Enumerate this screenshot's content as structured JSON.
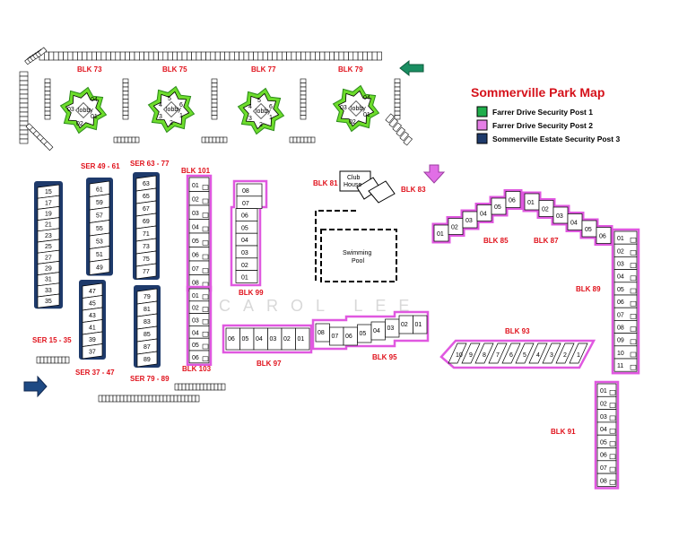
{
  "title": "Sommerville Park Map",
  "legend": [
    {
      "label": "Farrer Drive Security Post 1",
      "color": "#1fae4b"
    },
    {
      "label": "Farrer Drive Security Post 2",
      "color": "#e57ee6"
    },
    {
      "label": "Sommerville Estate Security Post 3",
      "color": "#1e3a6b"
    }
  ],
  "colors": {
    "green": "#6ddc2c",
    "pink": "#e058e0",
    "navy": "#1e3a6b",
    "red": "#e0111b"
  },
  "watermark": "CAROL LEE",
  "blocks": {
    "blk73": "BLK 73",
    "blk75": "BLK 75",
    "blk77": "BLK 77",
    "blk79": "BLK 79",
    "blk81": "BLK 81",
    "blk83": "BLK 83",
    "blk85": "BLK 85",
    "blk87": "BLK 87",
    "blk89": "BLK 89",
    "blk91": "BLK 91",
    "blk93": "BLK 93",
    "blk95": "BLK 95",
    "blk97": "BLK 97",
    "blk99": "BLK 99",
    "blk101": "BLK 101",
    "blk103": "BLK 103",
    "ser4961": "SER 49 - 61",
    "ser6377": "SER 63 - 77",
    "ser1535": "SER 15 - 35",
    "ser3747": "SER 37 - 47",
    "ser7989": "SER 79 - 89"
  },
  "facilities": {
    "clubhouse": "Club House",
    "pool": "Swimming Pool",
    "lobby": "lobby"
  },
  "units": {
    "ser1535": [
      "15",
      "17",
      "19",
      "21",
      "23",
      "25",
      "27",
      "29",
      "31",
      "33",
      "35"
    ],
    "ser4961": [
      "61",
      "59",
      "57",
      "55",
      "53",
      "51",
      "49"
    ],
    "ser6377": [
      "63",
      "65",
      "67",
      "69",
      "71",
      "73",
      "75",
      "77"
    ],
    "ser3747": [
      "47",
      "45",
      "43",
      "41",
      "39",
      "37"
    ],
    "ser7989": [
      "79",
      "81",
      "83",
      "85",
      "87",
      "89"
    ],
    "blk101": [
      "01",
      "02",
      "03",
      "04",
      "05",
      "06",
      "07",
      "08"
    ],
    "blk103": [
      "01",
      "02",
      "03",
      "04",
      "05",
      "06"
    ],
    "blk99": [
      "08",
      "07",
      "06",
      "05",
      "04",
      "03",
      "02",
      "01"
    ],
    "blk97": [
      "06",
      "05",
      "04",
      "03",
      "02",
      "01"
    ],
    "blk95": [
      "08",
      "07",
      "06",
      "05",
      "04",
      "03",
      "02",
      "01"
    ],
    "blk85": [
      "01",
      "02",
      "03",
      "04",
      "05",
      "06"
    ],
    "blk87": [
      "01",
      "02",
      "03",
      "04",
      "05",
      "06"
    ],
    "blk89": [
      "01",
      "02",
      "03",
      "04",
      "05",
      "06",
      "07",
      "08",
      "09",
      "10",
      "11"
    ],
    "blk91": [
      "01",
      "02",
      "03",
      "04",
      "05",
      "06",
      "07",
      "08"
    ],
    "blk93": [
      "10",
      "9",
      "8",
      "7",
      "6",
      "5",
      "4",
      "3",
      "2",
      "1"
    ],
    "tower73": [
      "04",
      "03",
      "01",
      "02"
    ],
    "tower6": [
      "5",
      "6",
      "4",
      "1",
      "3",
      "2"
    ]
  }
}
